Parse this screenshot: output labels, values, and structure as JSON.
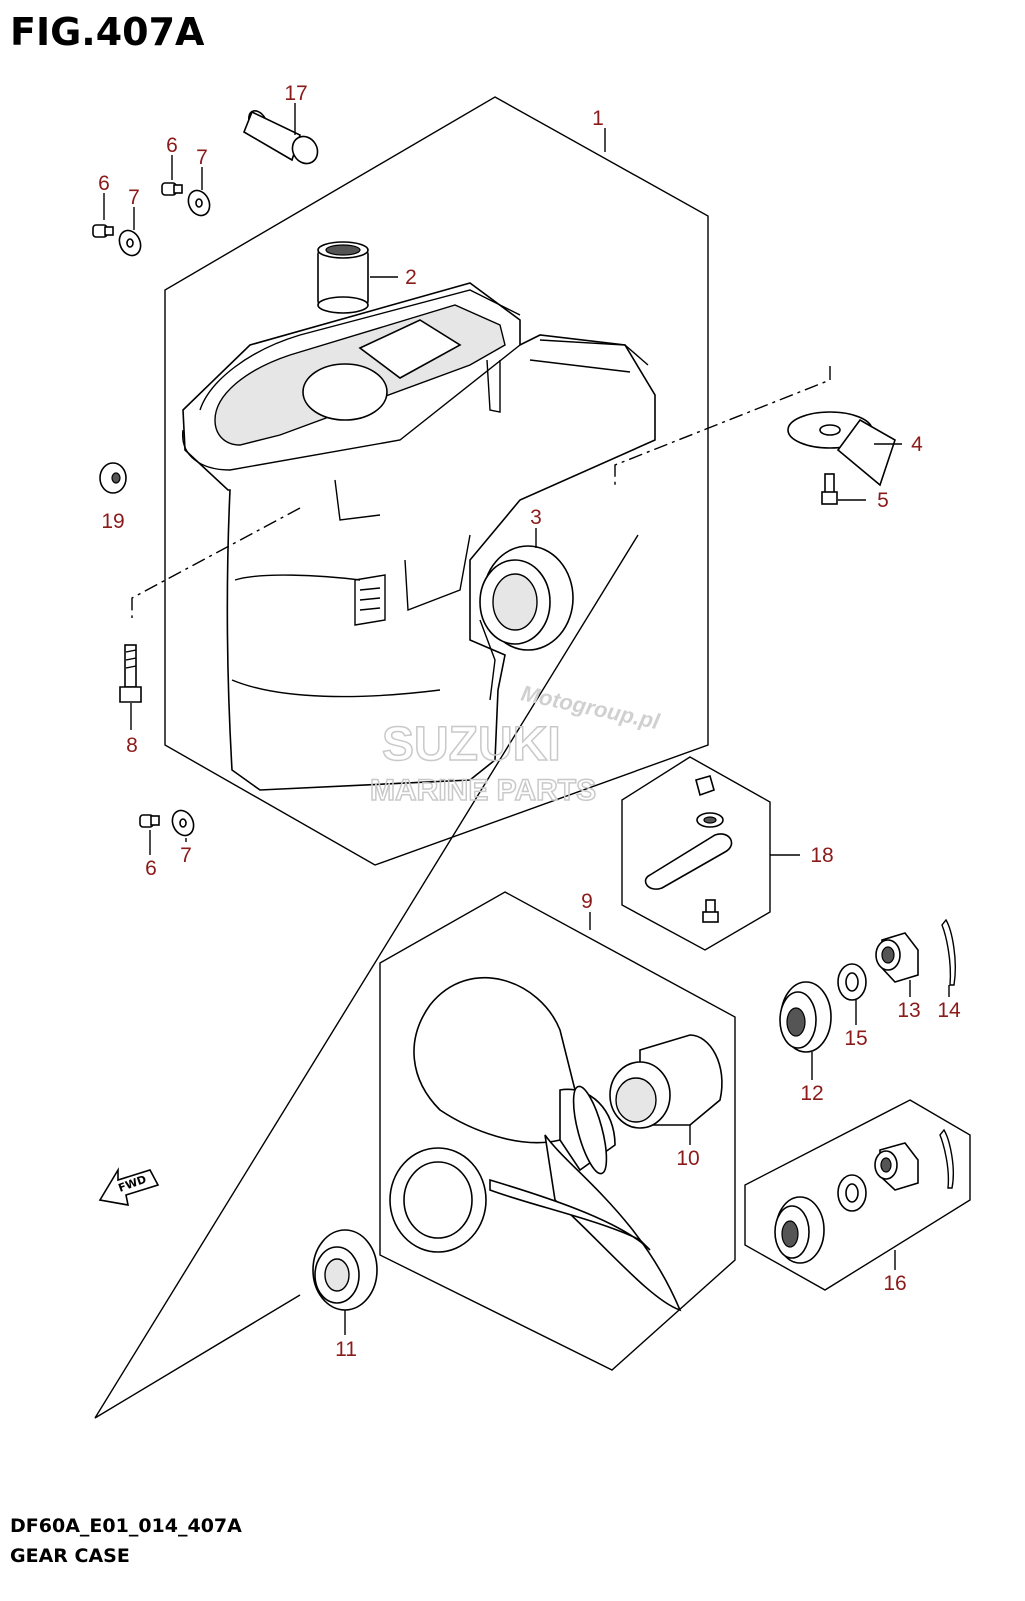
{
  "figure": {
    "title": "FIG.407A",
    "code": "DF60A_E01_014_407A",
    "name": "GEAR CASE"
  },
  "watermark": {
    "brand": "SUZUKI",
    "subtitle": "MARINE PARTS",
    "site": "Motogroup.pl"
  },
  "callouts": {
    "c1": "1",
    "c2": "2",
    "c3": "3",
    "c4": "4",
    "c5": "5",
    "c6a": "6",
    "c6b": "6",
    "c6c": "6",
    "c7a": "7",
    "c7b": "7",
    "c7c": "7",
    "c8": "8",
    "c9": "9",
    "c10": "10",
    "c11": "11",
    "c12": "12",
    "c13": "13",
    "c14": "14",
    "c15": "15",
    "c16": "16",
    "c17": "17",
    "c18": "18",
    "c19": "19"
  },
  "fwd_label": "FWD",
  "colors": {
    "callout": "#8b1a1a",
    "line": "#000000",
    "watermark": "#c9c9c9"
  }
}
